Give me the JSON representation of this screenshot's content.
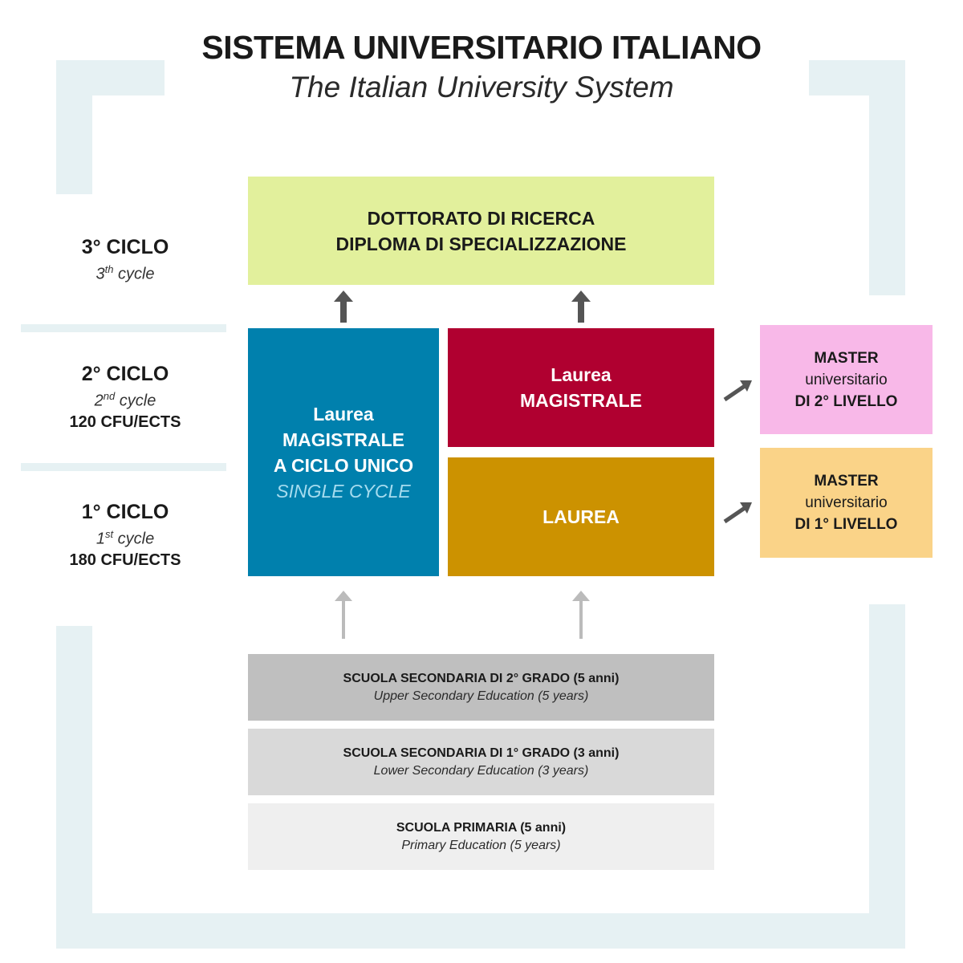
{
  "header": {
    "title": "SISTEMA UNIVERSITARIO ITALIANO",
    "subtitle": "The Italian University System"
  },
  "cycles": {
    "third": {
      "label": "3° CICLO",
      "sub_prefix": "3",
      "sub_sup": "th",
      "sub_suffix": " cycle"
    },
    "second": {
      "label": "2° CICLO",
      "sub_prefix": "2",
      "sub_sup": "nd",
      "sub_suffix": " cycle",
      "credits": "120 CFU/ECTS"
    },
    "first": {
      "label": "1° CICLO",
      "sub_prefix": "1",
      "sub_sup": "st",
      "sub_suffix": " cycle",
      "credits": "180 CFU/ECTS"
    }
  },
  "doctorate": {
    "line1": "DOTTORATO DI RICERCA",
    "line2": "DIPLOMA DI SPECIALIZZAZIONE"
  },
  "single_cycle": {
    "line1": "Laurea",
    "line2": "MAGISTRALE",
    "line3": "A CICLO UNICO",
    "line4": "SINGLE CYCLE"
  },
  "magistrale": {
    "line1": "Laurea",
    "line2": "MAGISTRALE"
  },
  "laurea": {
    "label": "LAUREA"
  },
  "master2": {
    "line1": "MASTER",
    "line2": "universitario",
    "line3": "DI 2° LIVELLO"
  },
  "master1": {
    "line1": "MASTER",
    "line2": "universitario",
    "line3": "DI 1° LIVELLO"
  },
  "schools": [
    {
      "title": "SCUOLA SECONDARIA DI 2° GRADO (5 anni)",
      "subtitle": "Upper Secondary Education (5 years)"
    },
    {
      "title": "SCUOLA SECONDARIA DI 1° GRADO (3 anni)",
      "subtitle": "Lower Secondary Education (3 years)"
    },
    {
      "title": "SCUOLA PRIMARIA (5 anni)",
      "subtitle": "Primary Education (5 years)"
    }
  ],
  "colors": {
    "frame": "#e6f1f3",
    "doctorate": "#e2f09c",
    "single_cycle": "#0080ad",
    "magistrale": "#b00030",
    "laurea": "#cc9200",
    "master2": "#f8b8e8",
    "master1": "#fad388",
    "dark_arrow": "#555555",
    "light_arrow": "#bbbbbb"
  }
}
